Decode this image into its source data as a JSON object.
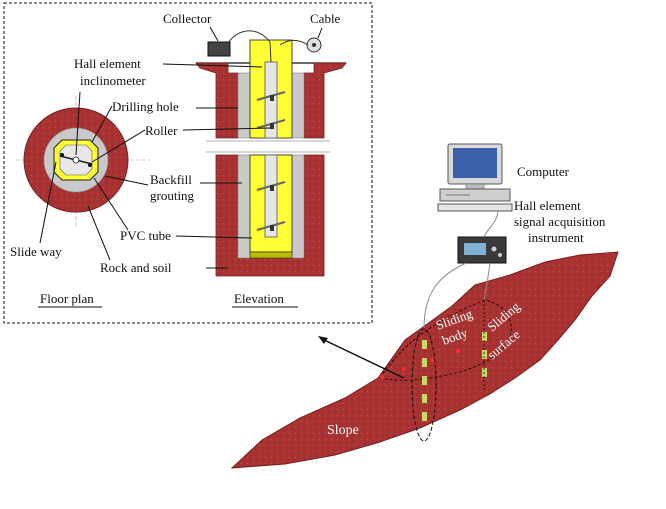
{
  "labels": {
    "collector": "Collector",
    "cable": "Cable",
    "hall_element_inclinometer_line1": "Hall element",
    "hall_element_inclinometer_line2": "inclinometer",
    "drilling_hole": "Drilling hole",
    "roller": "Roller",
    "backfill_grouting_line1": "Backfill",
    "backfill_grouting_line2": "grouting",
    "pvc_tube": "PVC tube",
    "slide_way": "Slide way",
    "rock_and_soil": "Rock and soil",
    "floor_plan": "Floor plan",
    "elevation": "Elevation",
    "computer": "Computer",
    "acquisition_line1": "Hall element",
    "acquisition_line2": "signal acquisition",
    "acquisition_line3": "instrument",
    "sliding_body_line1": "Sliding",
    "sliding_body_line2": "body",
    "sliding_surface_line1": "Sliding",
    "sliding_surface_line2": "surface",
    "slope": "Slope"
  },
  "colors": {
    "rock": "#a83232",
    "rock_dark": "#7a1f1f",
    "grout": "#c9c9c9",
    "pvc": "#ffff33",
    "probe": "#e6e6e6",
    "sensor": "#c6d96a",
    "cable": "#8a8a8a"
  }
}
